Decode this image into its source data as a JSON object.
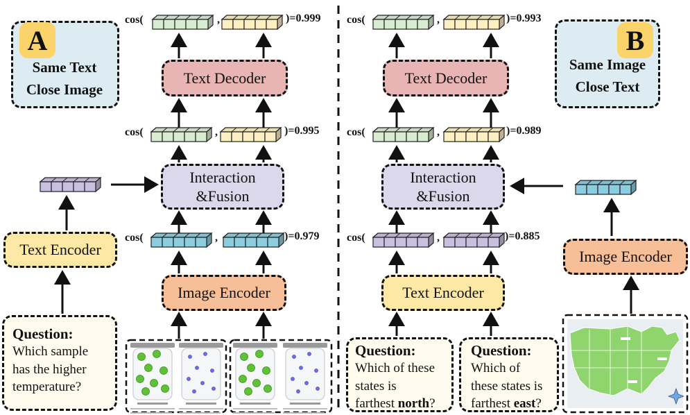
{
  "panel_a": {
    "badge": "A",
    "caption_line1": "Same Text",
    "caption_line2": "Close Image",
    "text_decoder": "Text Decoder",
    "fusion_line1": "Interaction",
    "fusion_line2": "&Fusion",
    "image_encoder": "Image Encoder",
    "text_encoder": "Text Encoder",
    "cos_top": "=0.999",
    "cos_mid": "=0.995",
    "cos_bottom": "=0.979",
    "question_title": "Question:",
    "question_lines": [
      "Which sample",
      "has the higher",
      "temperature?"
    ]
  },
  "panel_b": {
    "badge": "B",
    "caption_line1": "Same Image",
    "caption_line2": "Close Text",
    "text_decoder": "Text Decoder",
    "fusion_line1": "Interaction",
    "fusion_line2": "&Fusion",
    "text_encoder": "Text Encoder",
    "image_encoder": "Image Encoder",
    "cos_top": "=0.993",
    "cos_mid": "=0.989",
    "cos_bottom": "=0.885",
    "question1_title": "Question:",
    "question1_lines": [
      "Which of these",
      "states is"
    ],
    "question1_last_prefix": "farthest ",
    "question1_bold": "north",
    "question1_suffix": "?",
    "question2_title": "Question:",
    "question2_lines": [
      "Which of",
      "these states is"
    ],
    "question2_last_prefix": "farthest ",
    "question2_bold": "east",
    "question2_suffix": "?"
  },
  "cos_prefix": "cos(",
  "cos_comma": ",",
  "cos_close": ")",
  "colors": {
    "decoder": "#e8b4b4",
    "fusion": "#dcd8ec",
    "image_encoder": "#f7bf98",
    "text_encoder": "#fde8a6",
    "caption_panel": "#dcecf2",
    "badge": "#fbd36b",
    "vec_green": "#d8ecd2",
    "vec_yellow": "#fcefc2",
    "vec_blue": "#8ccde0",
    "vec_purple": "#c9bfe0",
    "map_green": "#8fd46d"
  }
}
